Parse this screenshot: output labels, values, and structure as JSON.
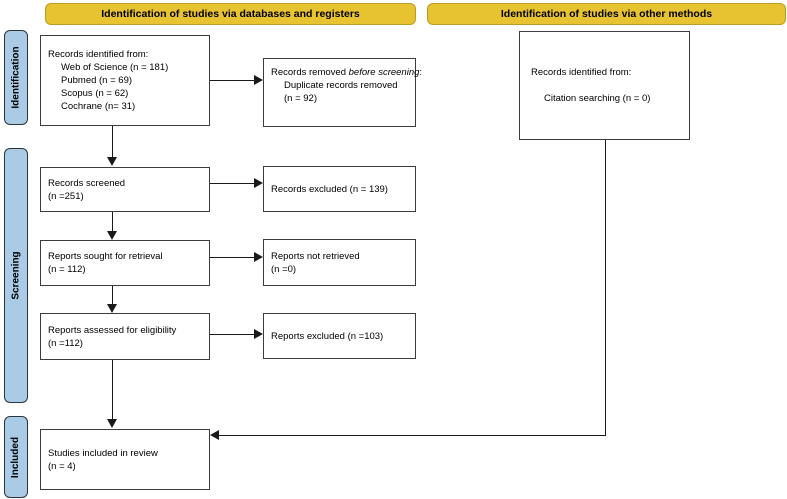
{
  "colors": {
    "header_bg": "#E7C231",
    "sidebar_bg": "#A9CBE6",
    "box_border": "#3A3D40",
    "line_color": "#1A1A1A"
  },
  "headers": {
    "databases": "Identification of studies via databases and registers",
    "other": "Identification of studies via other methods"
  },
  "sidebar": {
    "identification": "Identification",
    "screening": "Screening",
    "included": "Included"
  },
  "boxes": {
    "records_identified": {
      "title": "Records identified from:",
      "items": [
        "Web of Science (n = 181)",
        "Pubmed (n = 69)",
        "Scopus (n = 62)",
        "Cochrane (n= 31)"
      ]
    },
    "records_removed": {
      "prefix": "Records removed ",
      "italic": "before screening",
      "suffix": ":",
      "detail": "Duplicate records removed",
      "count": "(n = 92)"
    },
    "other_records": {
      "title": "Records identified from:",
      "detail": "Citation searching (n = 0)"
    },
    "records_screened": {
      "title": "Records screened",
      "count": "(n =251)"
    },
    "records_excluded": {
      "title": "Records excluded (n = 139)"
    },
    "reports_sought": {
      "title": "Reports sought for retrieval",
      "count": "(n = 112)"
    },
    "reports_not_retrieved": {
      "title": "Reports not retrieved",
      "count": "(n =0)"
    },
    "reports_assessed": {
      "title": "Reports assessed for eligibility",
      "count": "(n =112)"
    },
    "reports_excluded": {
      "title": "Reports excluded (n =103)"
    },
    "studies_included": {
      "title": "Studies included in review",
      "count": "(n = 4)"
    }
  }
}
